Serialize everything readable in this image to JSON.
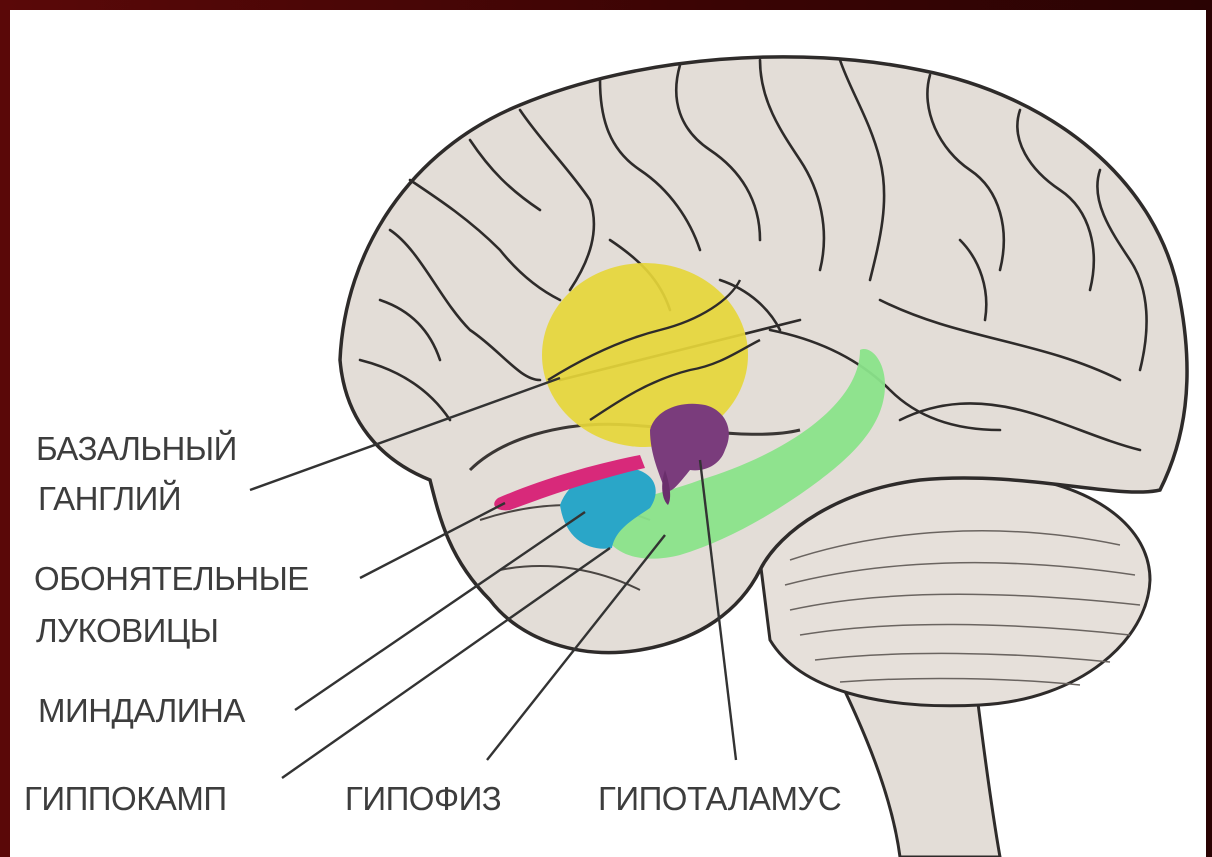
{
  "labels": {
    "basal_ganglia": [
      "БАЗАЛЬНЫЙ",
      "ГАНГЛИЙ"
    ],
    "olfactory_bulbs": [
      "ОБОНЯТЕЛЬНЫЕ",
      "ЛУКОВИЦЫ"
    ],
    "amygdala": "МИНДАЛИНА",
    "hippocampus": "ГИППОКАМП",
    "pituitary": "ГИПОФИЗ",
    "hypothalamus": "ГИПОТАЛАМУС"
  },
  "colors": {
    "basal_ganglia": "#e6d63a",
    "hypothalamus": "#7a3c7c",
    "olfactory_bulbs": "#d8297a",
    "amygdala": "#2aa6c8",
    "hippocampus": "#8ae38a",
    "brain": "#e3ddd7",
    "outline": "#2e2b2a",
    "frame": "#4a0606"
  }
}
